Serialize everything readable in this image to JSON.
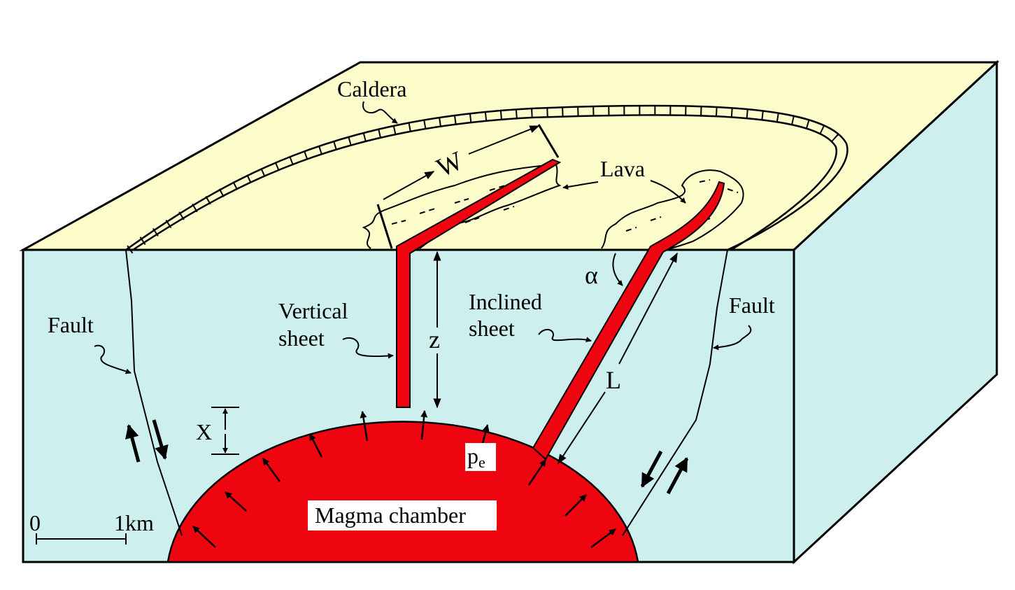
{
  "labels": {
    "caldera": "Caldera",
    "width": "W",
    "lava": "Lava",
    "alpha": "α",
    "vertical_sheet_line1": "Vertical",
    "vertical_sheet_line2": "sheet",
    "inclined_sheet_line1": "Inclined",
    "inclined_sheet_line2": "sheet",
    "depth": "z",
    "length": "L",
    "fault_left": "Fault",
    "fault_right": "Fault",
    "displacement": "X",
    "pressure_p": "p",
    "pressure_sub": "e",
    "magma_chamber": "Magma chamber",
    "scale_zero": "0",
    "scale_one": "1km"
  },
  "colors": {
    "top_surface": "#fdfccb",
    "crust": "#cdefed",
    "magma": "#ee0510",
    "outline": "#000000"
  }
}
